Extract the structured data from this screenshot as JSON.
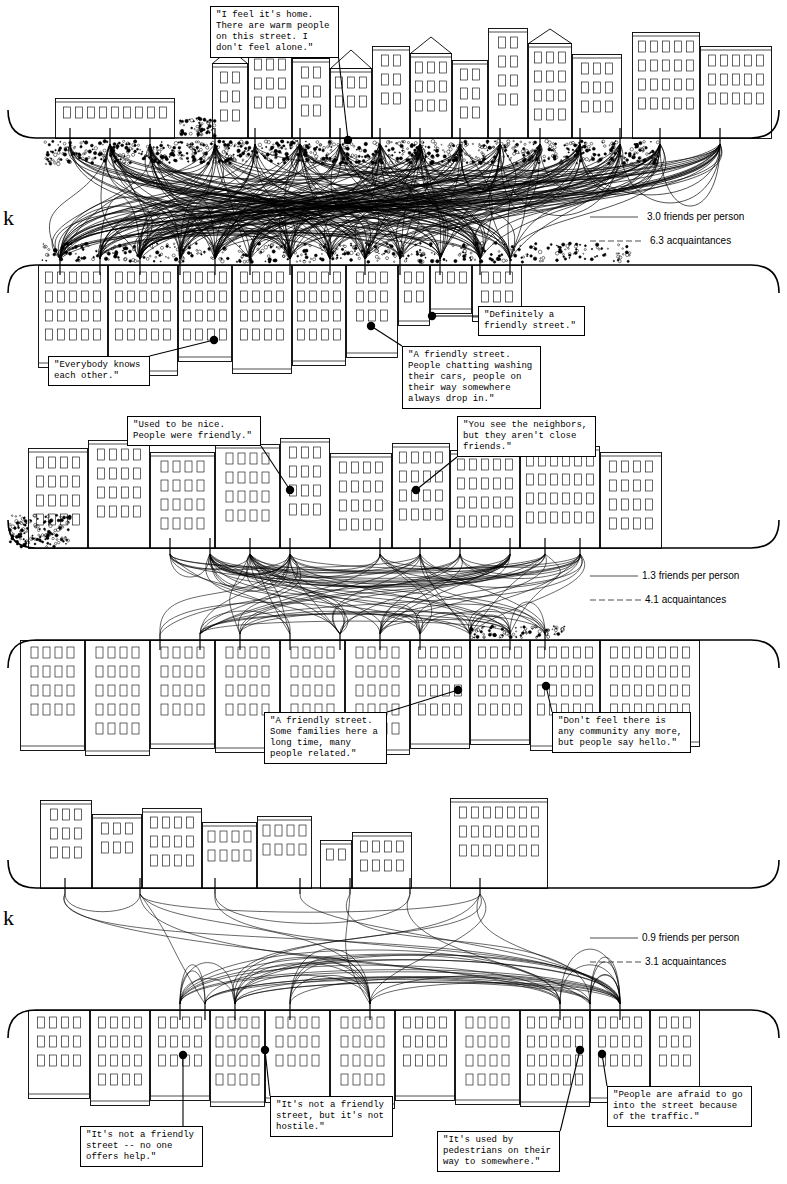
{
  "diagram": {
    "nodes": [
      {
        "text": [
          "\"I feel it's home. There are warm people on this street. I don't feel alone.\""
        ]
      },
      {
        "text": [
          "\"Definitely a friendly street.\""
        ]
      },
      {
        "text": [
          "\"Everybody knows each other.\""
        ]
      },
      {
        "text": [
          "\"A friendly street. People chatting washing their cars, people on their way somewhere always drop in.\""
        ]
      },
      {
        "text": [
          "\"Used to be nice. People were friendly.\""
        ]
      },
      {
        "text": [
          "\"You see the neighbors, but they aren't close friends.\""
        ]
      },
      {
        "text": [
          "\"A friendly street. Some families here a long time, many people related.\""
        ]
      },
      {
        "text": [
          "\"Don't feel there is any community any more, but people say hello.\""
        ]
      },
      {
        "text": [
          "\"It's not a friendly street -- no one offers help.\""
        ]
      },
      {
        "text": [
          "\"It's not a friendly street, but it's not hostile.\""
        ]
      },
      {
        "text": [
          "\"It's used by pedestrians on their way to somewhere.\""
        ]
      },
      {
        "text": [
          "\"People are afraid to go into the street because of the traffic.\""
        ]
      }
    ],
    "labels": [
      "3.0 friends per person",
      "6.3 acquaintances",
      "1.3 friends per person",
      "4.1 acquaintances",
      "0.9 friends per person",
      "3.1 acquaintances",
      "k",
      "k"
    ]
  }
}
